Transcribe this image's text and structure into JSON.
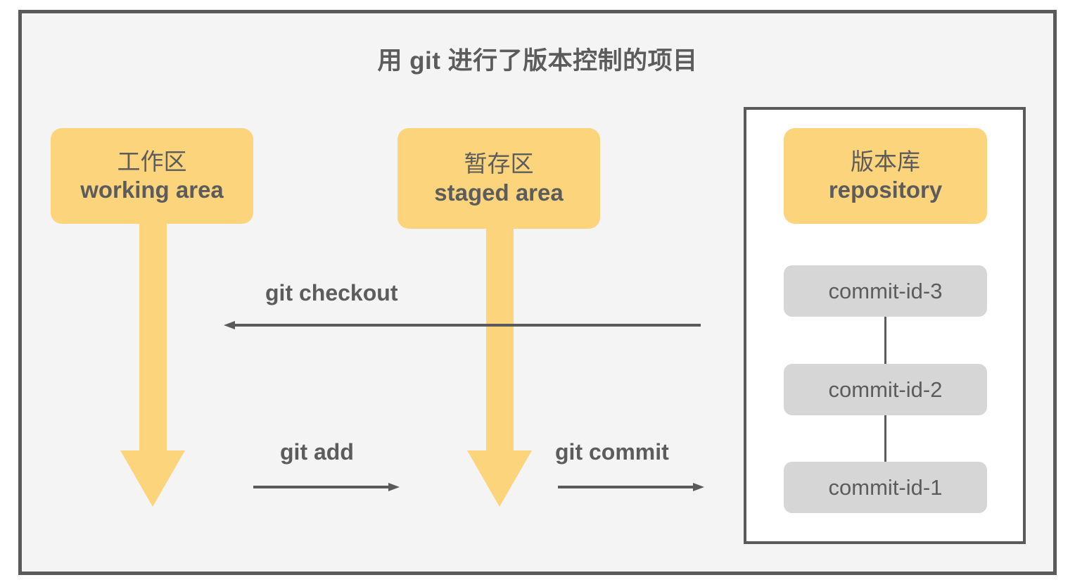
{
  "diagram": {
    "title": "用 git 进行了版本控制的项目",
    "colors": {
      "panel_background": "#f4f4f4",
      "frame_border": "#5a5a5a",
      "area_fill": "#fcd47c",
      "commit_fill": "#d6d6d6",
      "text": "#5c5c5c",
      "repo_background": "#ffffff"
    },
    "areas": [
      {
        "id": "working",
        "cn": "工作区",
        "en": "working area"
      },
      {
        "id": "staged",
        "cn": "暂存区",
        "en": "staged area"
      },
      {
        "id": "repository",
        "cn": "版本库",
        "en": "repository"
      }
    ],
    "commits": [
      {
        "id": "commit-3",
        "label": "commit-id-3"
      },
      {
        "id": "commit-2",
        "label": "commit-id-2"
      },
      {
        "id": "commit-1",
        "label": "commit-id-1"
      }
    ],
    "commands": [
      {
        "id": "checkout",
        "label": "git checkout",
        "direction": "left",
        "from": "repository",
        "to": "working area"
      },
      {
        "id": "add",
        "label": "git add",
        "direction": "right",
        "from": "working area",
        "to": "staged area"
      },
      {
        "id": "commit",
        "label": "git commit",
        "direction": "right",
        "from": "staged area",
        "to": "repository"
      }
    ]
  }
}
